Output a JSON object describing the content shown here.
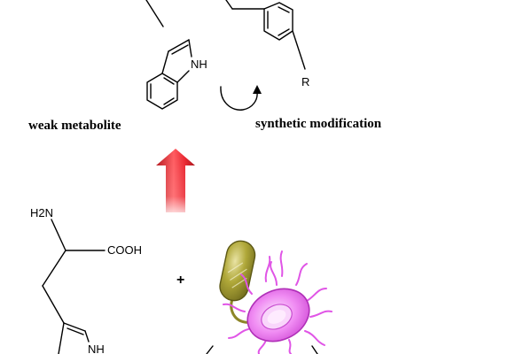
{
  "top_left_molecule": {
    "nh_label": "NH"
  },
  "top_right_molecule": {
    "r_label": "R"
  },
  "captions": {
    "left": "weak metabolite",
    "right": "synthetic modification"
  },
  "bottom_molecule": {
    "amine_label": "H2N",
    "acid_label": "COOH",
    "nh_label": "NH"
  },
  "plus_sign": "+",
  "colors": {
    "arrow_red": "#e8202a",
    "rod_bacterium": "#a39a2e",
    "coccus_bacterium": "#e055e6"
  }
}
